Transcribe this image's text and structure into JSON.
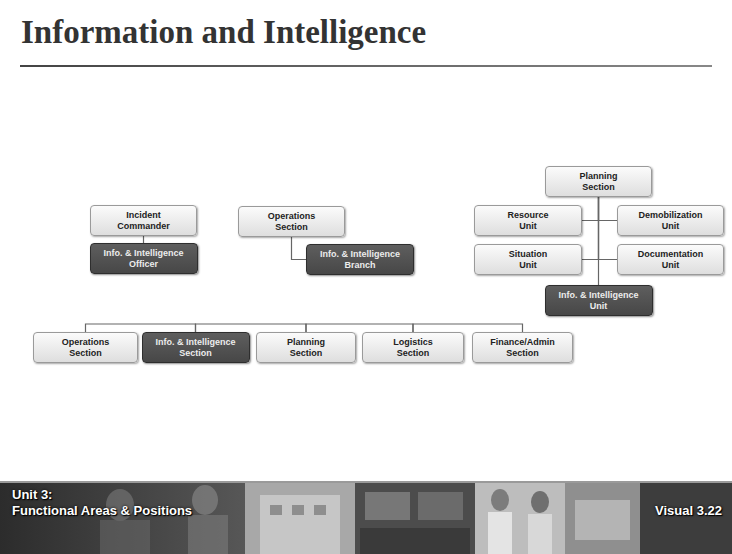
{
  "diagram": {
    "title": "Information and Intelligence",
    "nodes": [
      {
        "text": [
          "Incident Commander"
        ]
      },
      {
        "text": [
          "Info. & Intelligence Officer"
        ]
      },
      {
        "text": [
          "Operations Section"
        ]
      },
      {
        "text": [
          "Info. & Intelligence Branch"
        ]
      },
      {
        "text": [
          "Planning Section"
        ]
      },
      {
        "text": [
          "Resource Unit"
        ]
      },
      {
        "text": [
          "Demobilization Unit"
        ]
      },
      {
        "text": [
          "Situation Unit"
        ]
      },
      {
        "text": [
          "Documentation Unit"
        ]
      },
      {
        "text": [
          "Info. & Intelligence Unit"
        ]
      },
      {
        "text": [
          "Operations Section"
        ]
      },
      {
        "text": [
          "Info. & Intelligence Section"
        ]
      },
      {
        "text": [
          "Planning Section"
        ]
      },
      {
        "text": [
          "Logistics Section"
        ]
      },
      {
        "text": [
          "Finance/Admin Section"
        ]
      }
    ],
    "edges": [
      {
        "from": 0,
        "to": 1,
        "arrow": "none"
      },
      {
        "from": 2,
        "to": 3,
        "arrow": "none"
      },
      {
        "from": 4,
        "to": 5,
        "arrow": "none"
      },
      {
        "from": 4,
        "to": 6,
        "arrow": "none"
      },
      {
        "from": 4,
        "to": 7,
        "arrow": "none"
      },
      {
        "from": 4,
        "to": 8,
        "arrow": "none"
      },
      {
        "from": 4,
        "to": 9,
        "arrow": "none"
      },
      {
        "from": 10,
        "to": 11,
        "arrow": "none"
      },
      {
        "from": 11,
        "to": 12,
        "arrow": "none"
      },
      {
        "from": 12,
        "to": 13,
        "arrow": "none"
      },
      {
        "from": 13,
        "to": 14,
        "arrow": "none"
      }
    ],
    "labels": [
      "Unit 3:",
      "Functional Areas & Positions",
      "Visual 3.22"
    ]
  }
}
